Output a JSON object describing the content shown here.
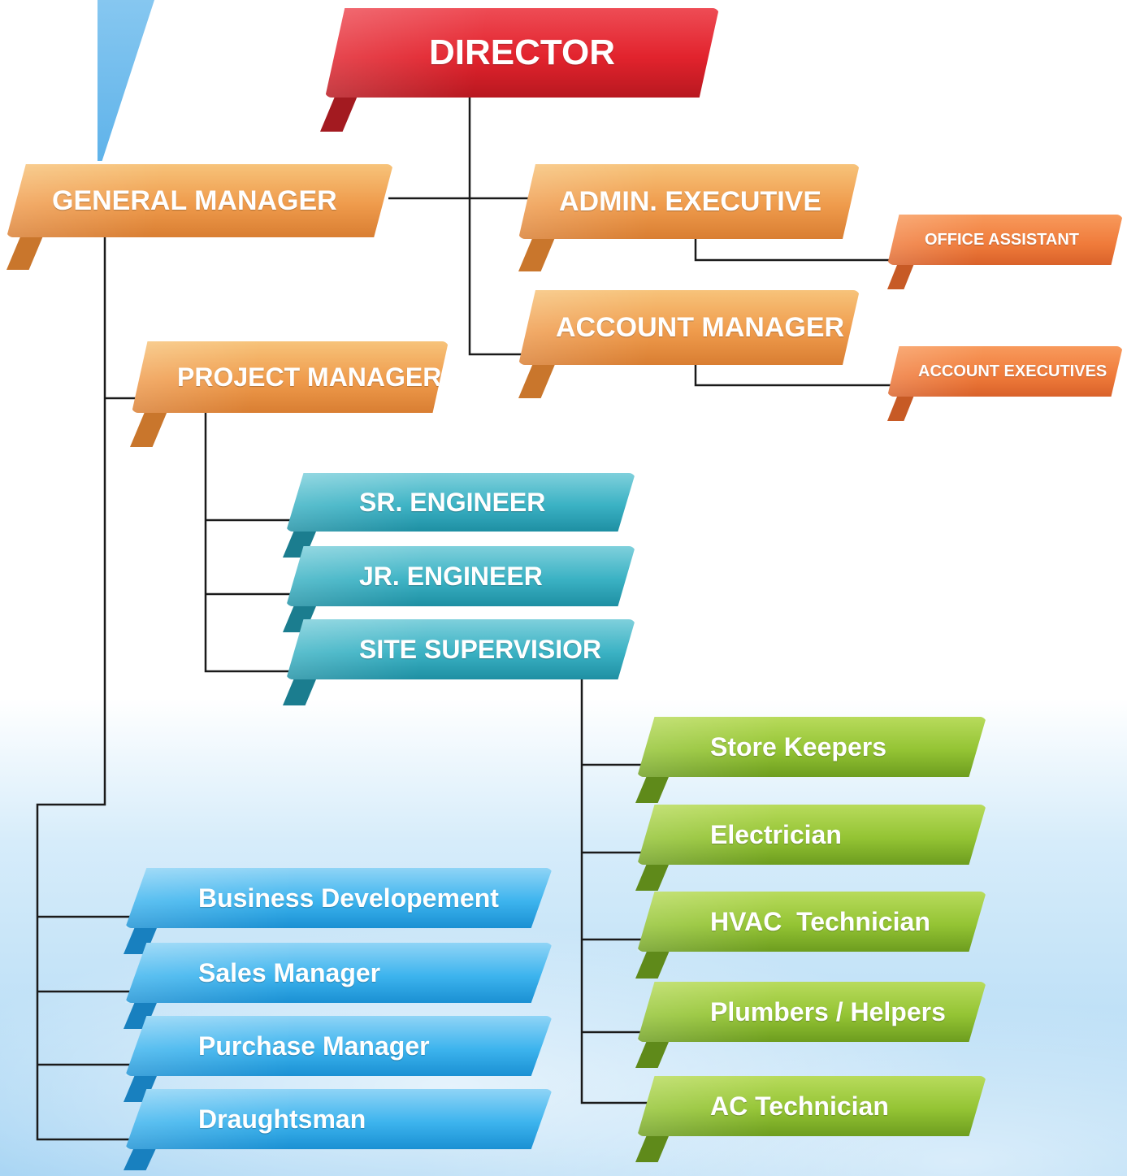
{
  "colors": {
    "director": "#e2232d",
    "management": "#ef9b4c",
    "support": "#ef7a3a",
    "engineering": "#3bb2c4",
    "site_staff": "#94c434",
    "office_staff": "#3db4ee",
    "connector": "#1a1a1a"
  },
  "chart": {
    "director": "DIRECTOR",
    "general_manager": "GENERAL MANAGER",
    "admin_executive": "ADMIN. EXECUTIVE",
    "office_assistant": "OFFICE ASSISTANT",
    "account_manager": "ACCOUNT MANAGER",
    "account_executives": "ACCOUNT EXECUTIVES",
    "project_manager": "PROJECT MANAGER",
    "sr_engineer": "SR. ENGINEER",
    "jr_engineer": "JR. ENGINEER",
    "site_supervisor": "SITE SUPERVISIOR",
    "store_keepers": "Store Keepers",
    "electrician": "Electrician",
    "hvac_technician": "HVAC  Technician",
    "plumbers_helpers": "Plumbers / Helpers",
    "ac_technician": "AC Technician",
    "business_development": "Business Developement",
    "sales_manager": "Sales Manager",
    "purchase_manager": "Purchase Manager",
    "draughtsman": "Draughtsman"
  }
}
